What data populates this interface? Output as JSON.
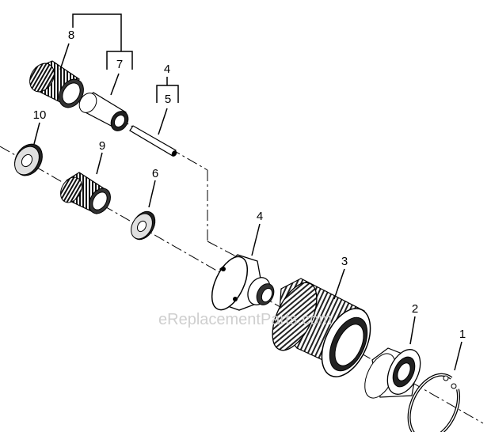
{
  "callouts": {
    "c1": "1",
    "c2": "2",
    "c3": "3",
    "c4_hub": "4",
    "c4_bracket": "4",
    "c5": "5",
    "c6": "6",
    "c7": "7",
    "c8": "8",
    "c9": "9",
    "c10": "10"
  },
  "watermark": "eReplacementParts.com",
  "colors": {
    "line": "#000000",
    "watermark": "#cfcfcf",
    "background": "#ffffff"
  }
}
